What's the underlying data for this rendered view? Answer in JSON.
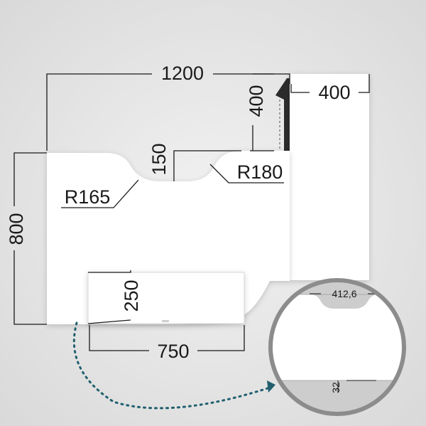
{
  "dimensions": {
    "width_total": "1200",
    "return_width": "400",
    "return_depth": "400",
    "cutout_depth": "150",
    "desk_depth": "800",
    "radius_left": "R165",
    "radius_right": "R180",
    "drawer_height": "250",
    "drawer_width": "750"
  },
  "detail": {
    "cutout_width": "412,6",
    "gap": "32"
  },
  "colors": {
    "background": "#e6e6e6",
    "surface": "#ffffff",
    "line": "#1a1a1a",
    "arrow": "#1f5f6e",
    "lens_ring": "#8c8c8c"
  }
}
